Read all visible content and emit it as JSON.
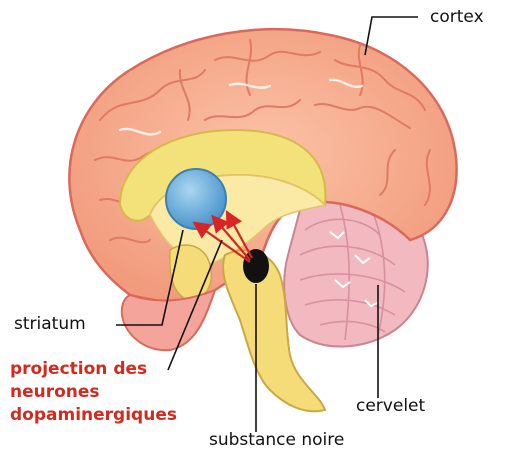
{
  "labels": {
    "cortex": "cortex",
    "striatum": "striatum",
    "cervelet": "cervelet",
    "substance_noire": "substance noire",
    "projection": [
      "projection des",
      "neurones",
      "dopaminergiques"
    ]
  },
  "colors": {
    "cortex_fill": "#f6a98b",
    "cortex_outline": "#d9695a",
    "gyri_lines": "#e38670",
    "corpus_callosum": "#f3e17a",
    "inner_yellow": "#fbe9a6",
    "brainstem": "#f5dc78",
    "striatum": "#6ab0de",
    "substantia_nigra": "#111111",
    "projection_arrows": "#d82424",
    "cerebellum": "#f2b9c0",
    "projection_text": "#d42a1e"
  }
}
